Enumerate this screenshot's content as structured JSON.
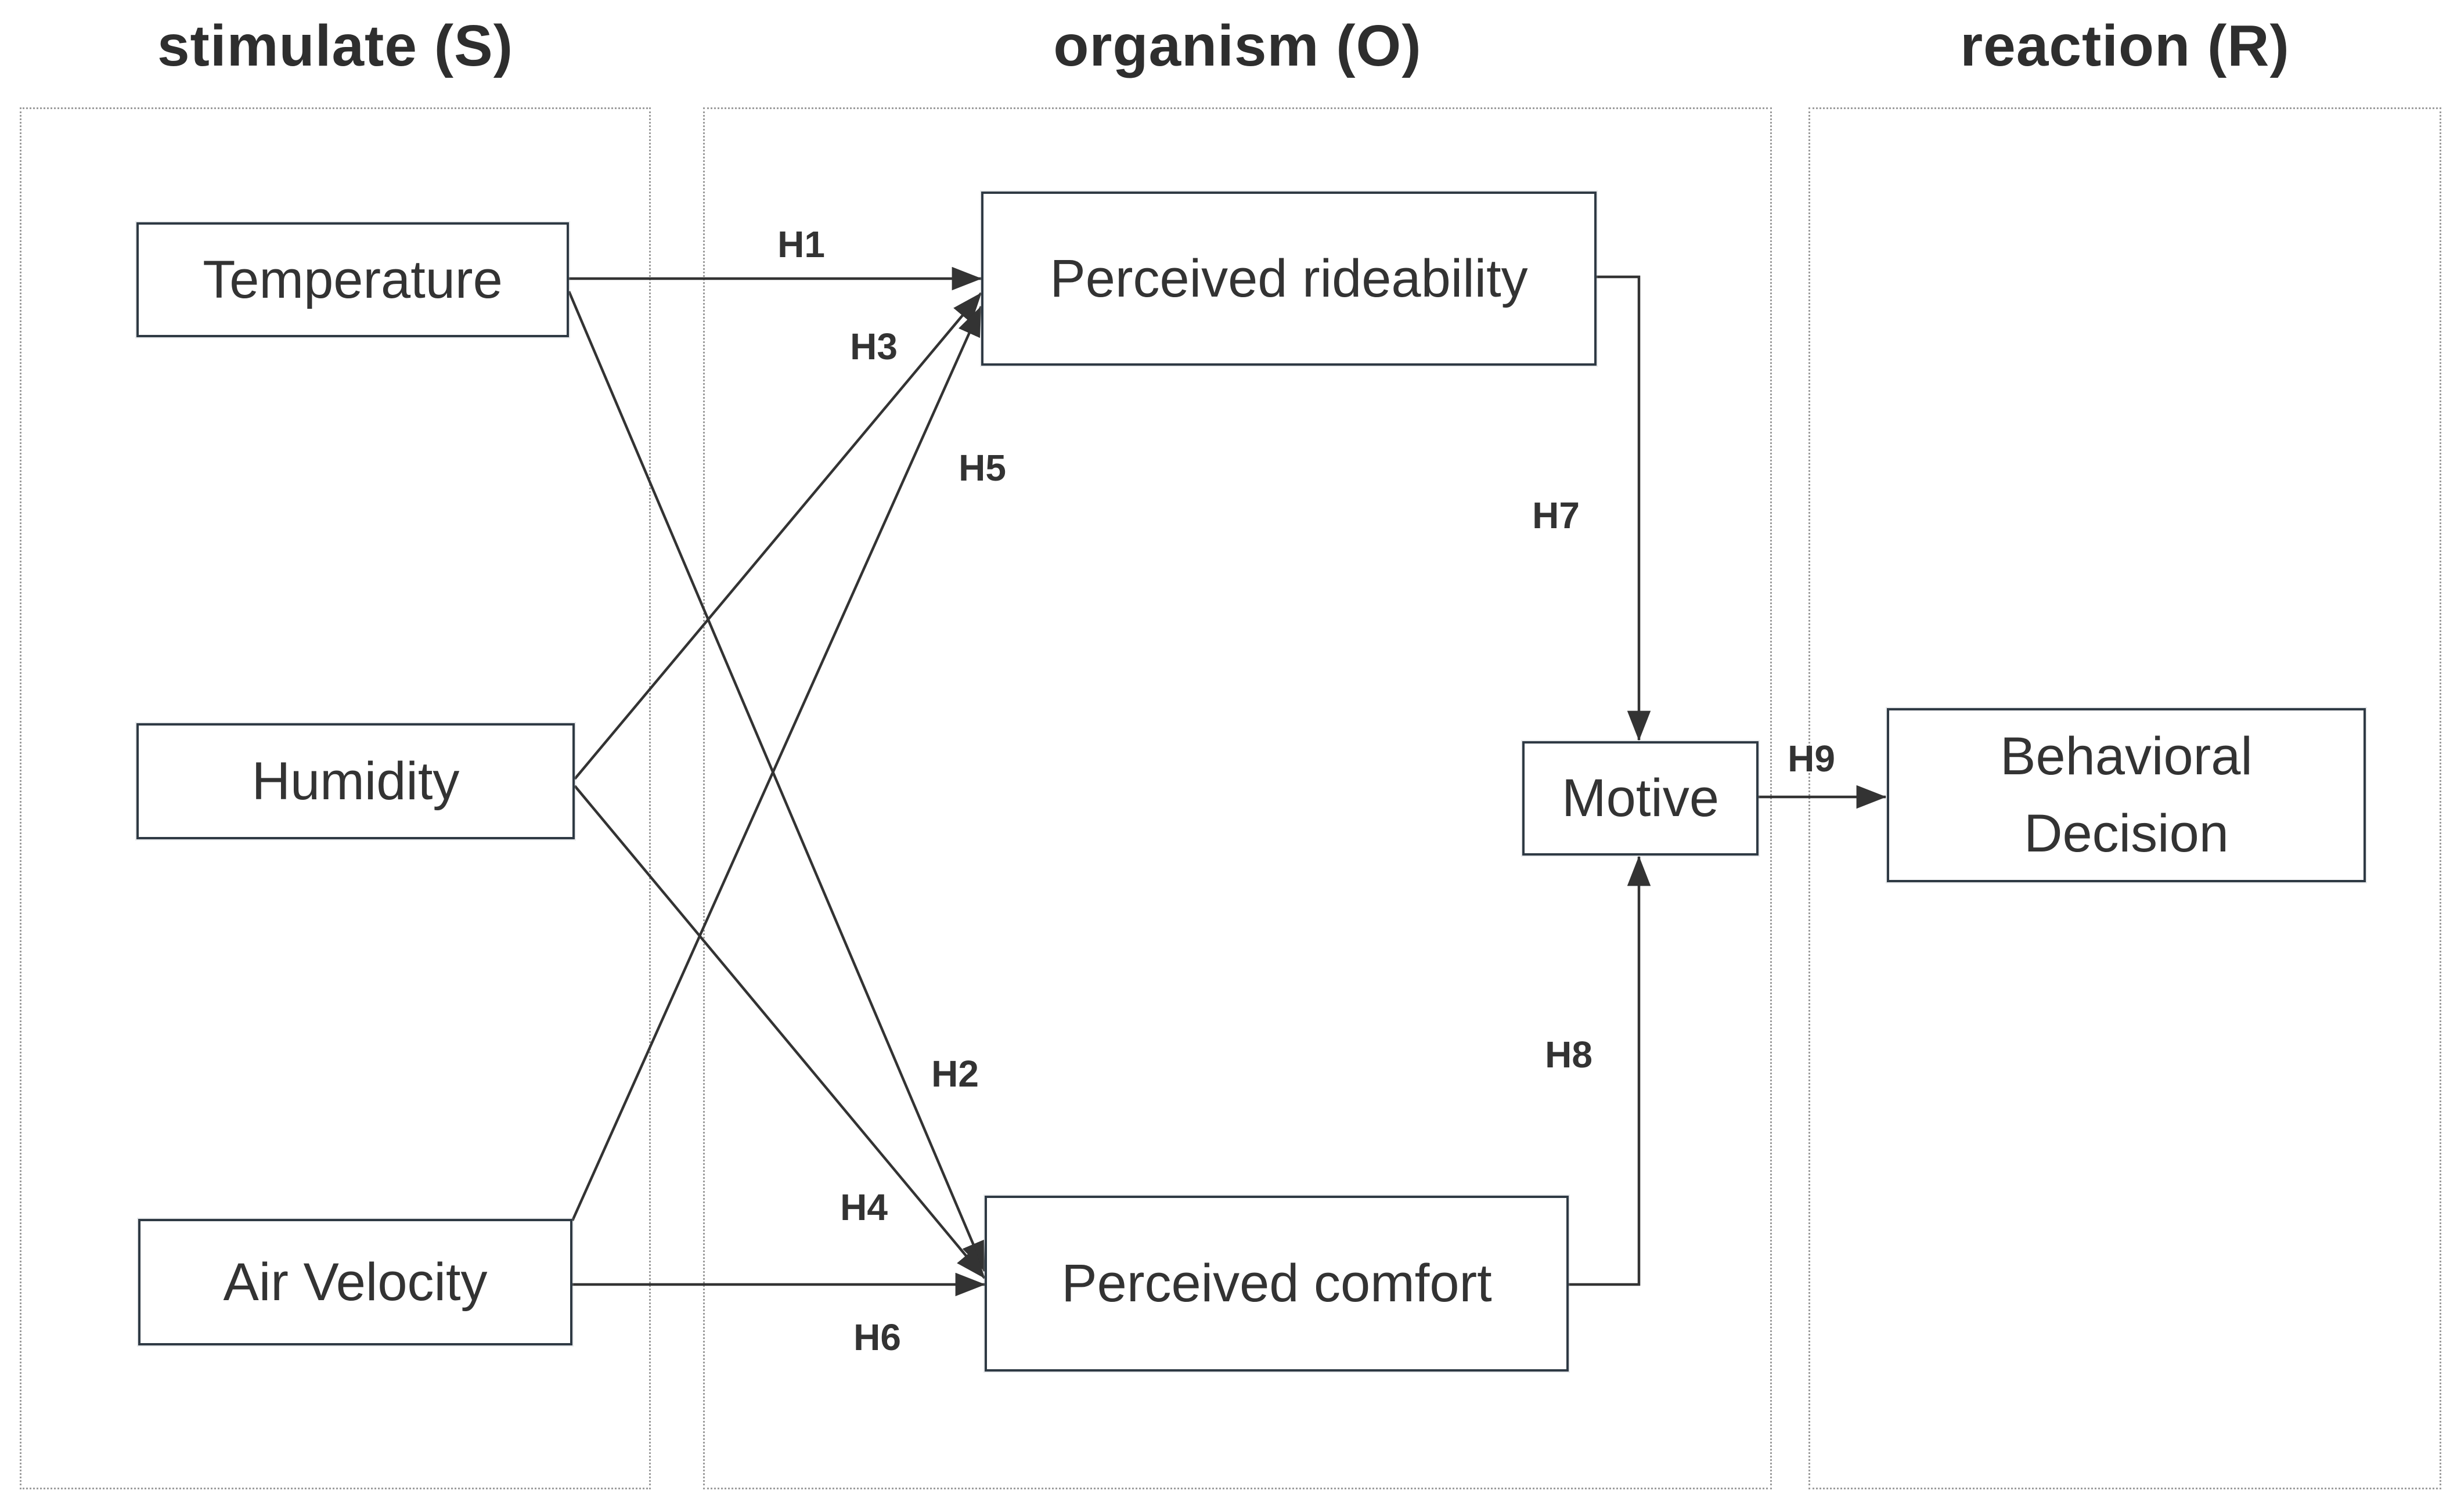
{
  "figure": {
    "type": "sor-path-model-diagram",
    "background": "#ffffff",
    "columns": [
      {
        "id": "stimulate",
        "header": "stimulate (S)"
      },
      {
        "id": "organism",
        "header": "organism (O)"
      },
      {
        "id": "reaction",
        "header": "reaction (R)"
      }
    ],
    "nodes": {
      "temperature": {
        "label": "Temperature",
        "column": "stimulate"
      },
      "humidity": {
        "label": "Humidity",
        "column": "stimulate"
      },
      "air_velocity": {
        "label": "Air Velocity",
        "column": "stimulate"
      },
      "perceived_rideability": {
        "label": "Perceived rideability",
        "column": "organism"
      },
      "perceived_comfort": {
        "label": "Perceived comfort",
        "column": "organism"
      },
      "motive": {
        "label": "Motive",
        "column": "organism"
      },
      "behavioral_decision": {
        "label": "Behavioral Decision",
        "column": "reaction"
      }
    },
    "edges": [
      {
        "label": "H1",
        "from": "temperature",
        "to": "perceived_rideability"
      },
      {
        "label": "H2",
        "from": "temperature",
        "to": "perceived_comfort"
      },
      {
        "label": "H3",
        "from": "humidity",
        "to": "perceived_rideability"
      },
      {
        "label": "H4",
        "from": "humidity",
        "to": "perceived_comfort"
      },
      {
        "label": "H5",
        "from": "air_velocity",
        "to": "perceived_rideability"
      },
      {
        "label": "H6",
        "from": "air_velocity",
        "to": "perceived_comfort"
      },
      {
        "label": "H7",
        "from": "perceived_rideability",
        "to": "motive"
      },
      {
        "label": "H8",
        "from": "perceived_comfort",
        "to": "motive"
      },
      {
        "label": "H9",
        "from": "motive",
        "to": "behavioral_decision"
      }
    ],
    "colors": {
      "box_border": "#2f3a44",
      "arrow": "#333333",
      "panel_border": "#9c9c9c",
      "text": "#333333"
    }
  }
}
